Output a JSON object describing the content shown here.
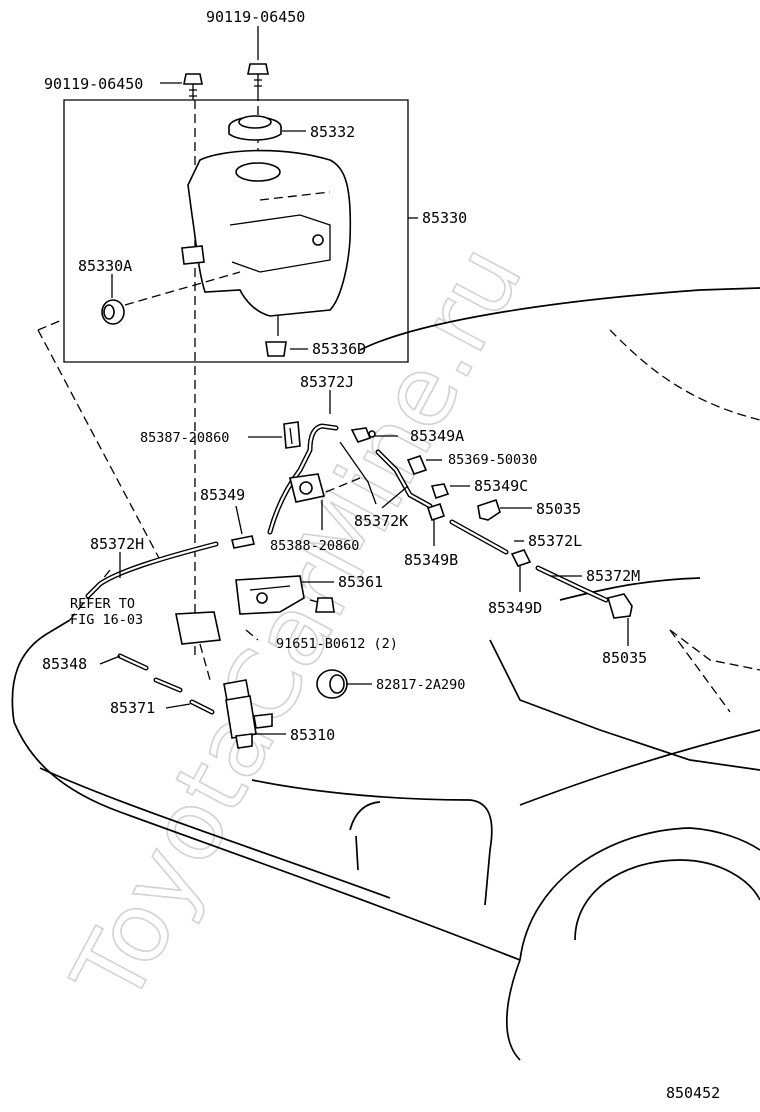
{
  "watermark": "ToyotaCarMine.ru",
  "figure_number": "850452",
  "callouts": {
    "bolt_top": "90119-06450",
    "bolt_left": "90119-06450",
    "cap": "85332",
    "tank": "85330",
    "grommet_left": "85330A",
    "plug": "85336D",
    "hose_j": "85372J",
    "clamp": "85387-20860",
    "joint_a": "85349A",
    "clip_50030": "85369-50030",
    "joint_c": "85349C",
    "nozzle_right_top": "85035",
    "hose_k": "85372K",
    "joint_plain": "85349",
    "valve": "85388-20860",
    "joint_b": "85349B",
    "hose_l": "85372L",
    "hose_h": "85372H",
    "hose_m": "85372M",
    "bracket": "85361",
    "joint_d": "85349D",
    "refer_line1": "REFER TO",
    "refer_line2": "FIG 16-03",
    "screw": "91651-B0612 (2)",
    "nozzle_right_bottom": "85035",
    "pipe": "85348",
    "grommet_pump": "82817-2A290",
    "hose_pump": "85371",
    "pump": "85310"
  }
}
